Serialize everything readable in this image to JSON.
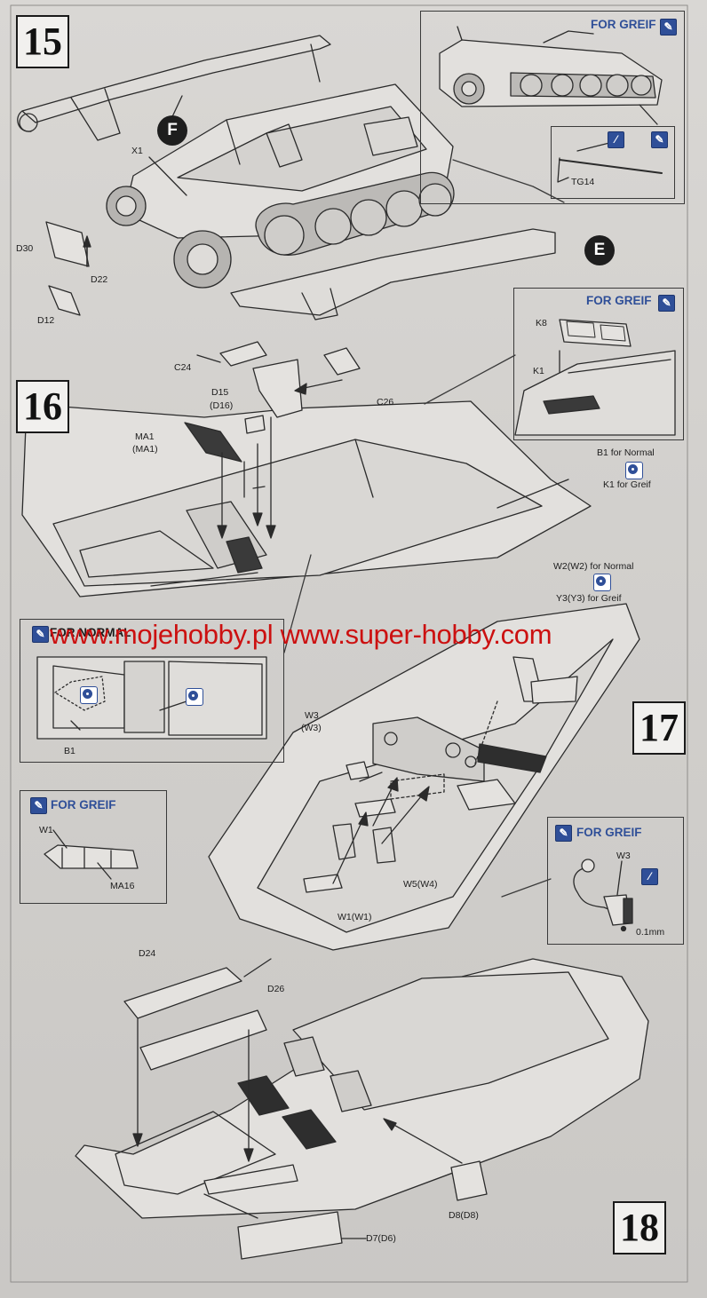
{
  "steps": {
    "s15": "15",
    "s16": "16",
    "s17": "17",
    "s18": "18"
  },
  "circle_letters": {
    "f": "F",
    "e": "E"
  },
  "variant_headings": {
    "greif": "FOR GREIF",
    "normal": "FOR NORMAL"
  },
  "parts": {
    "x1": "X1",
    "d30": "D30",
    "d22": "D22",
    "d12": "D12",
    "tg14": "TG14",
    "c24": "C24",
    "d15": "D15",
    "d16": "(D16)",
    "c26": "C26",
    "ma1": "MA1",
    "ma1_alt": "(MA1)",
    "k8": "K8",
    "k1": "K1",
    "b1_normal": "B1 for Normal",
    "k1_greif": "K1 for Greif",
    "w2_normal": "W2(W2) for Normal",
    "y3_greif": "Y3(Y3) for Greif",
    "b1": "B1",
    "w3": "W3",
    "w3_alt": "(W3)",
    "w5": "W5(W4)",
    "w1w1": "W1(W1)",
    "w1": "W1",
    "ma16": "MA16",
    "w3_greif": "W3",
    "thickness": "0.1mm",
    "d24": "D24",
    "d26": "D26",
    "d8": "D8(D8)",
    "d7": "D7(D6)"
  },
  "watermark": "www.mojehobby.pl www.super-hobby.com",
  "colors": {
    "accent_blue": "#2f4f98",
    "watermark_red": "#cc1010",
    "paper": "#d6d4d1"
  },
  "icons": {
    "glue": "glue-brush-icon",
    "option": "option-select-icon",
    "paint": "paint-stripe-icon"
  }
}
